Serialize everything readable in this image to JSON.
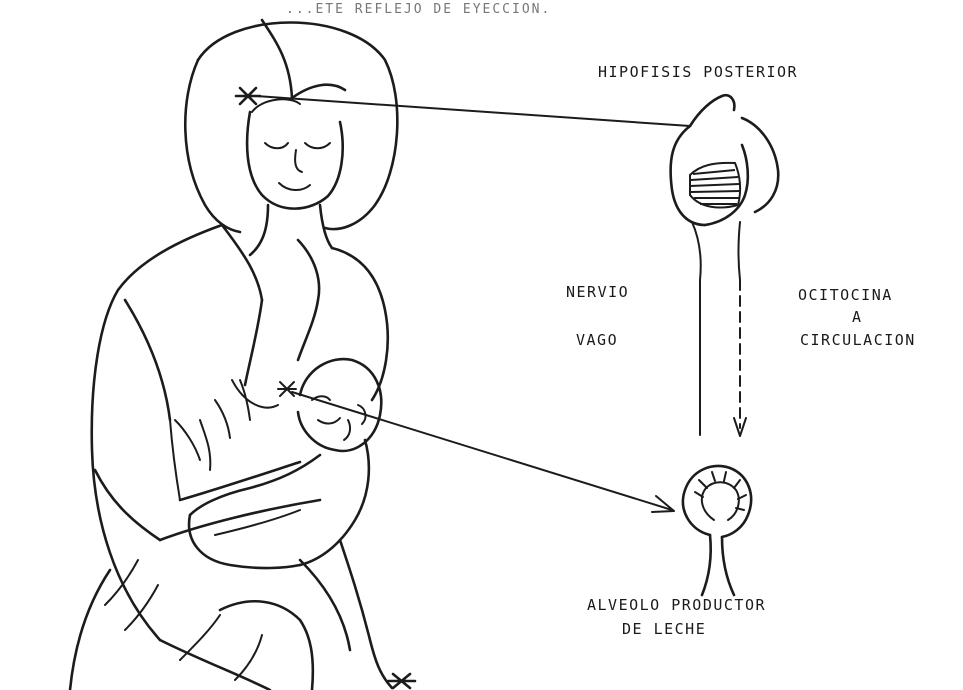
{
  "diagram": {
    "title_fragment": "...ETE REFLEJO DE EYECCION.",
    "labels": {
      "pituitary": "HIPOFISIS POSTERIOR",
      "nerve_line1": "NERVIO",
      "nerve_line2": "VAGO",
      "hormone_line1": "OCITOCINA",
      "hormone_line2": "A",
      "hormone_line3": "CIRCULACION",
      "alveolus_line1": "ALVEOLO PRODUCTOR",
      "alveolus_line2": "DE LECHE"
    }
  }
}
